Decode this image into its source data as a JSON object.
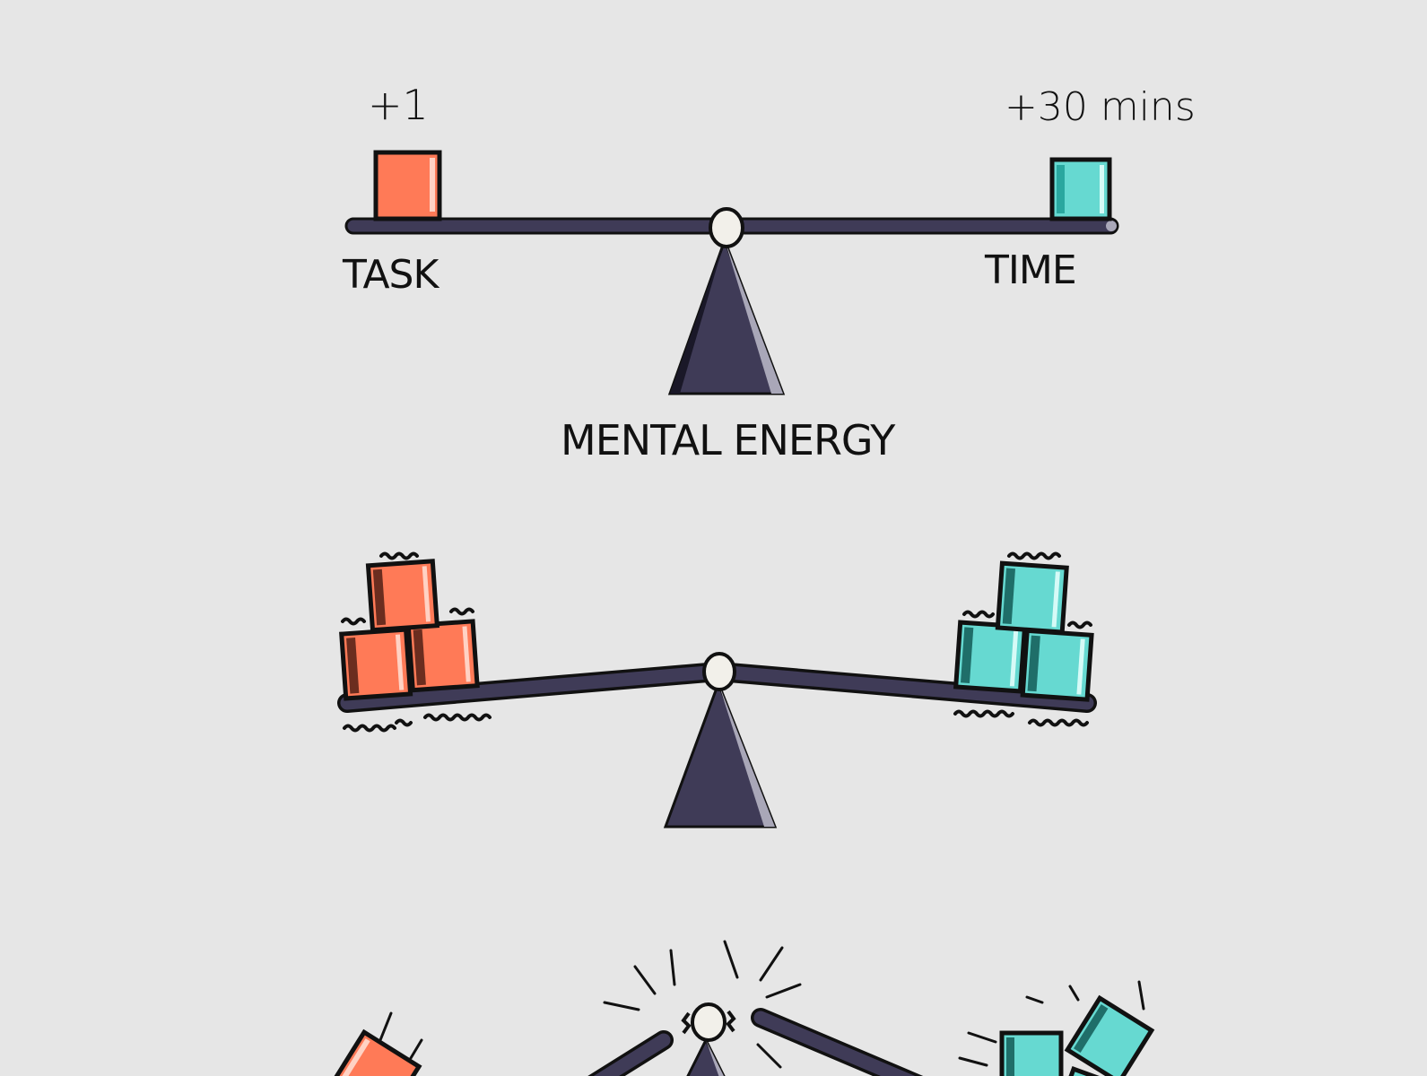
{
  "labels": {
    "task_delta": "+1",
    "time_delta": "+30 mins",
    "task": "TASK",
    "time": "TIME",
    "mental_energy": "MENTAL ENERGY"
  },
  "colors": {
    "background": "#e6e6e6",
    "beam": "#3f3b57",
    "task_block": "#ff7a57",
    "time_block": "#66d9d1",
    "outline": "#111111",
    "pivot": "#f2f0ea"
  }
}
